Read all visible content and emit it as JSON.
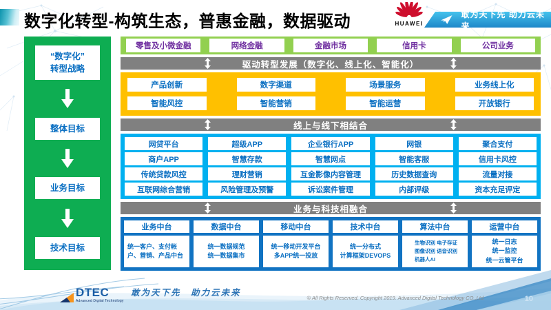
{
  "page": {
    "title": "数字化转型-构筑生态，普惠金融，数据驱动",
    "page_number": "10"
  },
  "header": {
    "huawei_wordmark": "HUAWEI",
    "banner_tagline": "敢为天下先 助力云未来"
  },
  "sidebar": {
    "strategy": "“数字化”\n转型战略",
    "goals": [
      "整体目标",
      "业务目标",
      "技术目标"
    ]
  },
  "main": {
    "business_lines": [
      "零售及小微金融",
      "网络金融",
      "金融市场",
      "信用卡",
      "公司业务"
    ],
    "banner_drive": "驱动转型发展（数字化、线上化、智能化）",
    "yellow_row1": [
      "产品创新",
      "数字渠道",
      "场景服务",
      "业务线上化"
    ],
    "yellow_row2": [
      "智能风控",
      "智能营销",
      "智能运营",
      "开放银行"
    ],
    "banner_online_offline": "线上与线下相结合",
    "cyan_rows": [
      [
        "网贷平台",
        "超级APP",
        "企业银行APP",
        "网银",
        "聚合支付"
      ],
      [
        "商户APP",
        "智慧存款",
        "智慧网点",
        "智能客服",
        "信用卡风控"
      ],
      [
        "传统贷款风控",
        "理财营销",
        "互金影像内容管理",
        "历史数据查询",
        "流量对接"
      ],
      [
        "互联网综合营销",
        "风险管理及预警",
        "诉讼案件管理",
        "内部评级",
        "资本充足评定"
      ]
    ],
    "banner_tech_fusion": "业务与科技相融合",
    "platforms": [
      {
        "name": "业务中台",
        "detail": "统一客户、支付帐户、营销、产品中台"
      },
      {
        "name": "数据中台",
        "detail": "统一数据规范\n统一数据集市"
      },
      {
        "name": "移动中台",
        "detail": "统一移动开发平台\n多APP统一投放"
      },
      {
        "name": "技术中台",
        "detail": "统一分布式\n计算框架DEVOPS"
      },
      {
        "name": "算法中台",
        "detail": "生物识别 电子存证\n图像识别 语音识别\n机器人AI"
      },
      {
        "name": "运营中台",
        "detail": "统一日志\n统一监控\n统一云管平台"
      }
    ]
  },
  "footer": {
    "logo": "DTEC",
    "logo_sub": "Advanced Digital Technology",
    "slogan": "敢为天下先　助力云未来",
    "copyright": "© All Rights Reserved. Copyright 2019. Advanced Digital Technology CO.,Ltd"
  },
  "colors": {
    "sidebar_green": "#0EAD52",
    "band_green": "#92D050",
    "band_yellow": "#FFC000",
    "band_cyan": "#00B0F0",
    "band_blue": "#1173C2",
    "banner_gray": "#808080",
    "text_blue": "#0A6FC2",
    "text_purple": "#7030A0",
    "huawei_red": "#CE0E2D"
  }
}
